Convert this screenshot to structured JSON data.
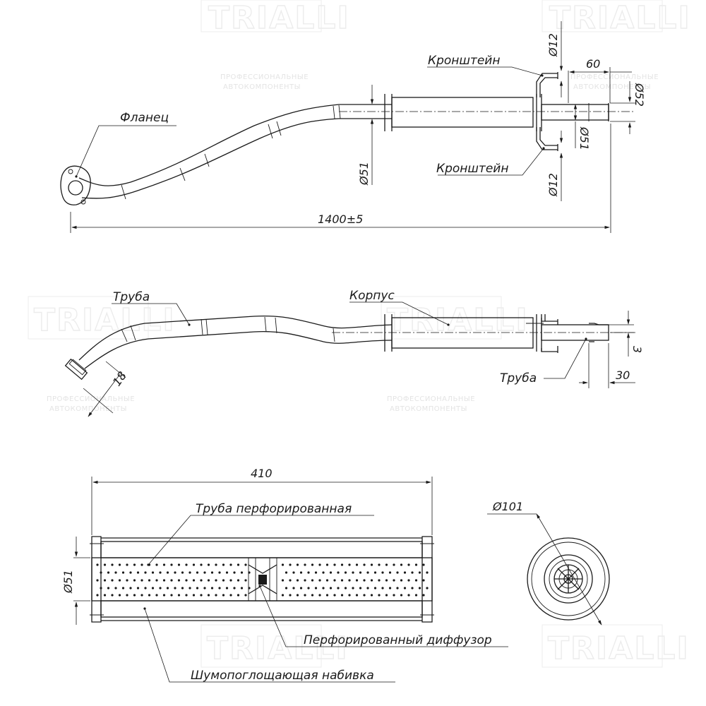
{
  "watermark": {
    "brand": "TRIALLI",
    "slogan_line1": "ПРОФЕССИОНАЛЬНЫЕ",
    "slogan_line2": "АВТОКОМПОНЕНТЫ"
  },
  "top_view": {
    "label_flange": "Фланец",
    "label_bracket_top": "Кронштейн",
    "label_bracket_bottom": "Кронштейн",
    "dim_total_length": "1400±5",
    "dim_pipe_diameter": "Ø51",
    "dim_bracket_top": "Ø12",
    "dim_bracket_bottom": "Ø12",
    "dim_outlet_length": "60",
    "dim_outlet_diameter": "Ø52",
    "dim_outlet_pipe": "Ø51"
  },
  "side_view": {
    "label_pipe_left": "Труба",
    "label_body": "Корпус",
    "label_pipe_right": "Труба",
    "dim_flange_angle": "18",
    "dim_offset": "3",
    "dim_tail": "30"
  },
  "section_view": {
    "dim_length": "410",
    "dim_inner_diameter": "Ø51",
    "label_perforated_pipe": "Труба перфорированная",
    "label_diffuser": "Перфорированный диффузор",
    "label_packing": "Шумопоглощающая набивка"
  },
  "end_view": {
    "dim_body_diameter": "Ø101"
  }
}
